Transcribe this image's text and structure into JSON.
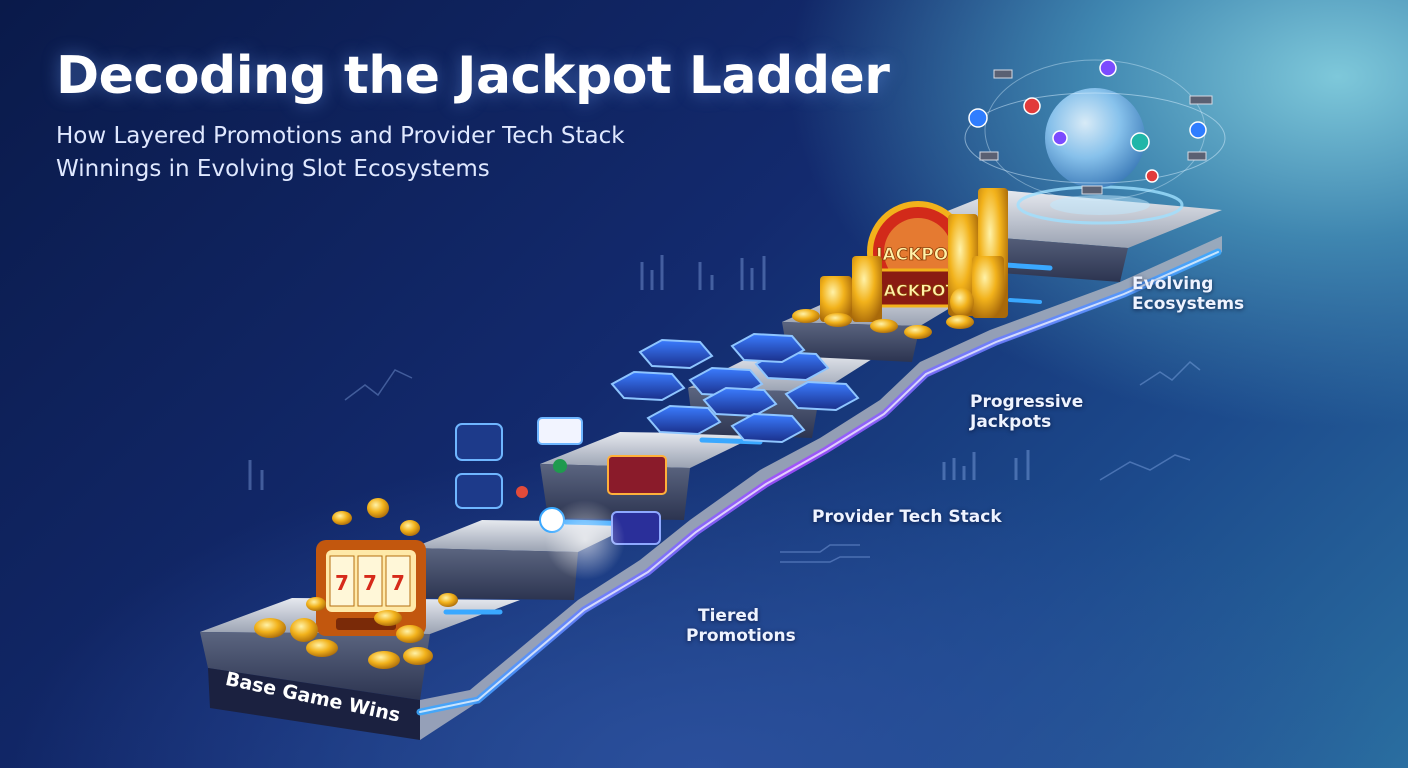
{
  "header": {
    "title": "Decoding the Jackpot Ladder",
    "subtitle_lines": [
      "How Layered Promotions and Provider Tech Stack",
      "Winnings in Evolving Slot Ecosystems"
    ]
  },
  "stages": {
    "base_game_wins": "Base Game Wins",
    "tiered_promotions": [
      "Tiered",
      "Promotions"
    ],
    "provider_tech_stack": "Provider Tech Stack",
    "progressive_jackpots": [
      "Progressive",
      "Jackpots"
    ],
    "evolving_ecosystems": [
      "Evolving",
      "Ecosystems"
    ]
  },
  "jackpot_sign": {
    "top_text": "JACKPOT",
    "bottom_text": "JACKPOT"
  },
  "colors": {
    "background_dark": "#0a1a4a",
    "background_light": "#7ec8da",
    "neon_blue": "#3aa8ff",
    "neon_purple": "#a24bff",
    "gold": "#f2b21b",
    "stair_metal": "#c9ced8"
  },
  "icons": [
    "slot-machine-icon",
    "gold-coin-icon",
    "promo-badge-icon",
    "hexagon-chip-icon",
    "jackpot-wheel-icon",
    "globe-icon",
    "satellite-icon",
    "shield-icon",
    "bar-chart-icon"
  ]
}
